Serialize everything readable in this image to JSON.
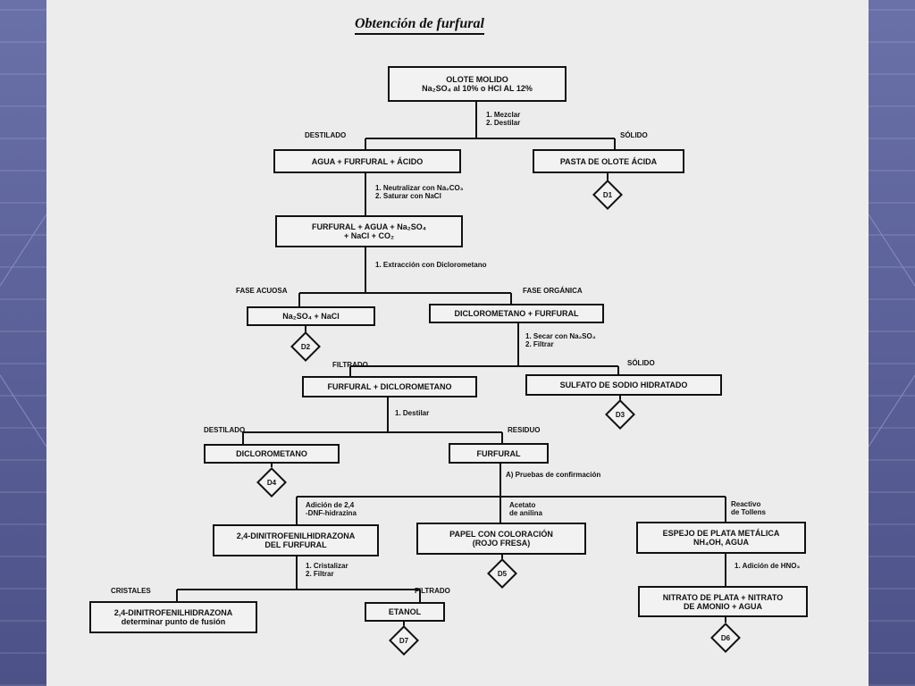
{
  "title": "Obtención de furfural",
  "boxes": {
    "olote": "OLOTE MOLIDO\nNa₂SO₄ al 10% o HCl AL 12%",
    "agua_furfural_acido": "AGUA + FURFURAL + ÁCIDO",
    "pasta_olote": "PASTA DE OLOTE ÁCIDA",
    "furfural_mezcla": "FURFURAL + AGUA + Na₂SO₄\n+ NaCl + CO₂",
    "na2so4_nacl": "Na₂SO₄ + NaCl",
    "diclorometano_furfural": "DICLOROMETANO + FURFURAL",
    "furfural_diclorometano": "FURFURAL + DICLOROMETANO",
    "sulfato_sodio": "SULFATO DE SODIO HIDRATADO",
    "diclorometano": "DICLOROMETANO",
    "furfural": "FURFURAL",
    "dinitrofenilhidrazona": "2,4-DINITROFENILHIDRAZONA\nDEL FURFURAL",
    "papel_coloracion": "PAPEL CON COLORACIÓN\n(ROJO FRESA)",
    "espejo_plata": "ESPEJO DE PLATA METÁLICA\nNH₄OH, AGUA",
    "cristales_box": "2,4-DINITROFENILHIDRAZONA\ndeterminar punto de fusión",
    "etanol": "ETANOL",
    "nitrato_plata": "NITRATO DE PLATA + NITRATO\nDE AMONIO + AGUA"
  },
  "labels": {
    "destilado1": "DESTILADO",
    "solido1": "SÓLIDO",
    "fase_acuosa": "FASE ACUOSA",
    "fase_organica": "FASE ORGÁNICA",
    "filtrado1": "FILTRADO",
    "solido2": "SÓLIDO",
    "destilado2": "DESTILADO",
    "residuo": "RESIDUO",
    "adicion_dnf": "Adición de 2,4\n-DNF-hidrazina",
    "acetato_anilina": "Acetato\nde anilina",
    "reactivo_tollens": "Reactivo\nde Tollens",
    "cristales": "CRISTALES",
    "filtrado2": "FILTRADO"
  },
  "steps": {
    "s1": "1. Mezclar\n2. Destilar",
    "s2": "1. Neutralizar con Na₂CO₃\n2. Saturar con NaCl",
    "s3": "1. Extracción con Diclorometano",
    "s4": "1. Secar con Na₂SO₄\n2. Filtrar",
    "s5": "1. Destilar",
    "s6": "A) Pruebas de confirmación",
    "s7": "1. Cristalizar\n2. Filtrar",
    "s8": "1. Adición de HNO₃"
  },
  "diamonds": {
    "d1": "D1",
    "d2": "D2",
    "d3": "D3",
    "d4": "D4",
    "d5": "D5",
    "d6": "D6",
    "d7": "D7"
  }
}
